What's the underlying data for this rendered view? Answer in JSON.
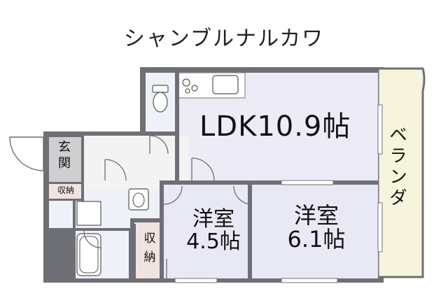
{
  "title": "シャンブルナルカワ",
  "rooms": {
    "ldk": "LDK10.9帖",
    "western1_line1": "洋室",
    "western1_line2": "4.5帖",
    "western2_line1": "洋室",
    "western2_line2": "6.1帖",
    "entrance_1": "玄",
    "entrance_2": "関",
    "storage_small": "収納",
    "storage_tall_1": "収",
    "storage_tall_2": "納",
    "balcony": [
      "ベ",
      "ラ",
      "ン",
      "ダ"
    ]
  },
  "colors": {
    "wall": "#6f6f76",
    "ldk_floor": "#ecebf6",
    "room_floor": "#e8e9f4",
    "wet_floor": "#eef1f8",
    "storage_floor": "#f1e3df",
    "entrance_floor": "#cfcfd2",
    "hall_floor": "#f3f3f3",
    "balcony_floor": "#f6f4dc"
  }
}
